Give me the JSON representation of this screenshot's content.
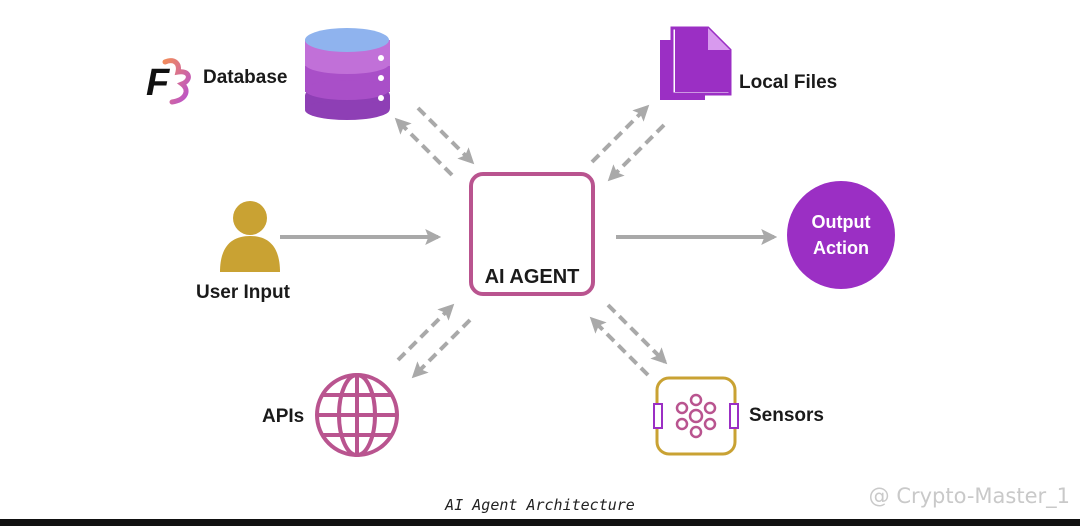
{
  "diagram": {
    "center": {
      "label": "AI AGENT"
    },
    "nodes": {
      "database": {
        "label": "Database"
      },
      "local_files": {
        "label": "Local Files"
      },
      "user_input": {
        "label": "User Input"
      },
      "output_action": {
        "line1": "Output",
        "line2": "Action"
      },
      "apis": {
        "label": "APIs"
      },
      "sensors": {
        "label": "Sensors"
      }
    },
    "logo_letter": "F",
    "caption": "AI Agent Architecture",
    "watermark": "@ Crypto-Master_1",
    "colors": {
      "purple": "#9b2fc4",
      "magenta": "#b9548f",
      "gold": "#c9a233",
      "arrow": "#a9a9a9"
    }
  }
}
